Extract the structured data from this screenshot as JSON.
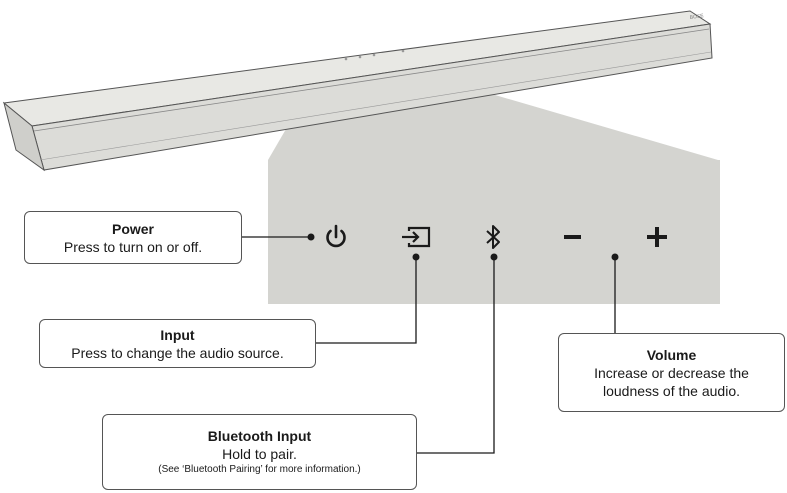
{
  "colors": {
    "panel": "#d4d4d0",
    "soundbar_body": "#dcdcd8",
    "outline": "#555555",
    "icon": "#1a1a1a"
  },
  "soundbar": {
    "logo": "BOSE"
  },
  "buttons": [
    {
      "name": "power",
      "icon": "power-icon"
    },
    {
      "name": "input",
      "icon": "input-source-icon"
    },
    {
      "name": "bluetooth",
      "icon": "bluetooth-icon"
    },
    {
      "name": "volume-down",
      "icon": "minus-icon"
    },
    {
      "name": "volume-up",
      "icon": "plus-icon"
    }
  ],
  "callouts": {
    "power": {
      "title": "Power",
      "description": "Press to turn on or off."
    },
    "input": {
      "title": "Input",
      "description": "Press to change the audio source."
    },
    "volume": {
      "title": "Volume",
      "description_line1": "Increase or decrease the",
      "description_line2": "loudness of the audio."
    },
    "bluetooth": {
      "title": "Bluetooth Input",
      "description": "Hold to pair.",
      "note": "(See ‘Bluetooth Pairing’ for more information.)"
    }
  }
}
